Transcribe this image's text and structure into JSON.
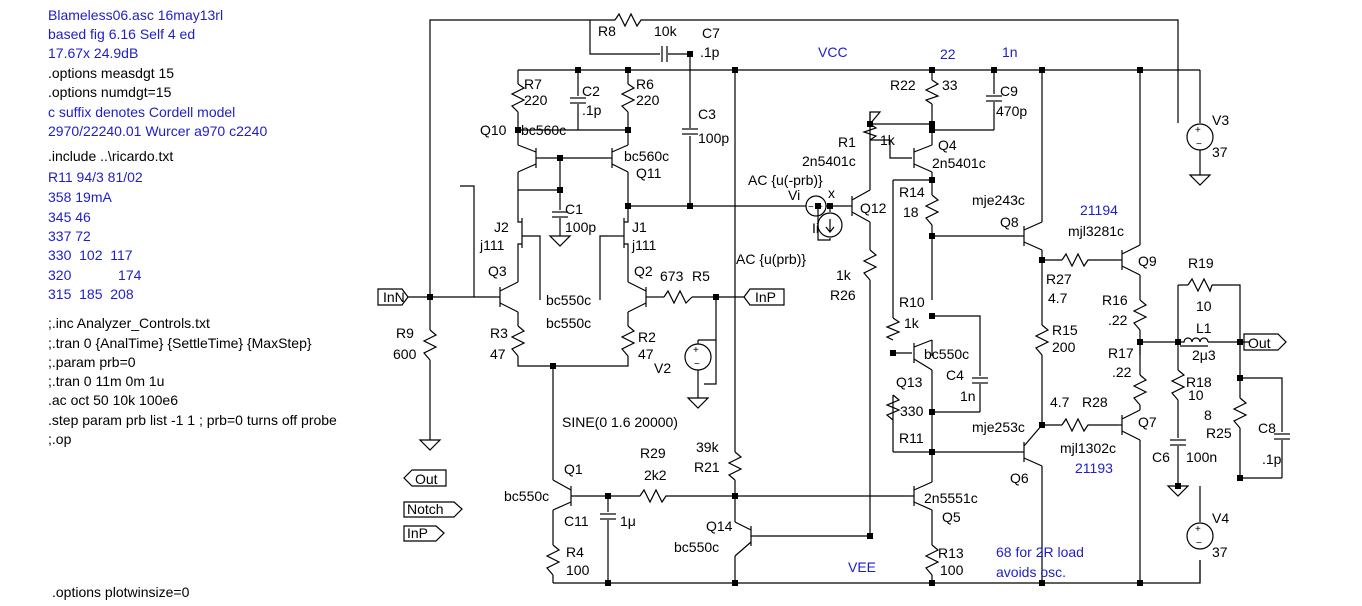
{
  "notes_blue": [
    "Blameless06.asc   16may13rl",
    "based fig 6.16 Self 4 ed",
    "17.67x 24.9dB"
  ],
  "notes_black_1": [
    ".options measdgt 15",
    ".options numdgt=15"
  ],
  "notes_blue_2": [
    "c suffix denotes Cordell model",
    "2970/22240.01 Wurcer a970 c2240"
  ],
  "include_line": ".include ..\\ricardo.txt",
  "r11_table": [
    "R11 94/3 81/02",
    "358  19mA",
    "345  46",
    "337  72",
    "330  102  117",
    "320            174",
    "315  185  208"
  ],
  "directives": [
    ";.inc Analyzer_Controls.txt",
    ";.tran 0 {AnalTime} {SettleTime} {MaxStep}",
    ";.param prb=0",
    ";.tran 0 11m 0m 1u",
    ".ac oct 50 10k 100e6",
    ".step param prb list -1 1 ; prb=0 turns off probe",
    ";.op"
  ],
  "plotwin": ".options plotwinsize=0",
  "ports": {
    "inn": "InN",
    "inp_right": "InP",
    "out_right": "Out",
    "out_left": "Out",
    "notch": "Notch",
    "inp_left": "InP"
  },
  "labels": {
    "vcc": "VCC",
    "vee": "VEE",
    "n22": "22",
    "n1n": "1n",
    "n21194": "21194",
    "n21193": "21193",
    "note68a": "68 for 2R load",
    "note68b": "avoids osc.",
    "sine": "SINE(0 1.6 20000)",
    "ac_neg": "AC {u(-prb)}",
    "ac_pos": "AC {u(prb)}",
    "vi": "Vi",
    "ii": "Ii",
    "x": "x"
  },
  "components": {
    "r8": "R8",
    "r8v": "10k",
    "c7": "C7",
    "c7v": ".1p",
    "r7": "R7",
    "r7v": "220",
    "c2": "C2",
    "c2v": ".1p",
    "r6": "R6",
    "r6v": "220",
    "c3": "C3",
    "c3v": "100p",
    "q10": "Q10",
    "q10m": "bc560c",
    "q11": "Q11",
    "q11m": "bc560c",
    "c1": "C1",
    "c1v": "100p",
    "j2": "J2",
    "j2m": "j111",
    "j1": "J1",
    "j1m": "j111",
    "q3": "Q3",
    "q3m": "bc550c",
    "q2": "Q2",
    "q2m": "bc550c",
    "r5": "R5",
    "r5v": "673",
    "r3": "R3",
    "r3v": "47",
    "r2": "R2",
    "r2v": "47",
    "r9": "R9",
    "r9v": "600",
    "v2": "V2",
    "r22": "R22",
    "r22v": "33",
    "c9": "C9",
    "c9v": "470p",
    "r1": "R1",
    "r1v": "1k",
    "q4": "Q4",
    "q4m": "2n5401c",
    "q12": "Q12",
    "q12m": "2n5401c",
    "r14": "R14",
    "r14v": "18",
    "r26": "R26",
    "r26v": "1k",
    "q8": "Q8",
    "q8m": "mje243c",
    "q9": "Q9",
    "q9m": "mjl3281c",
    "v3": "V3",
    "v3v": "37",
    "r27": "R27",
    "r27v": "4.7",
    "r16": "R16",
    "r16v": ".22",
    "r19": "R19",
    "r19v": "10",
    "l1": "L1",
    "l1v": "2μ3",
    "r10": "R10",
    "r10v": "1k",
    "q13": "Q13",
    "q13m": "bc550c",
    "c4": "C4",
    "c4v": "1n",
    "r15": "R15",
    "r15v": "200",
    "r17": "R17",
    "r17v": ".22",
    "r18": "R18",
    "r18v": "10",
    "r25": "R25",
    "r25v": "8",
    "c8": "C8",
    "c8v": ".1p",
    "r11": "R11",
    "r11v": "330",
    "r28": "R28",
    "r28v": "4.7",
    "q6": "Q6",
    "q6m": "mje253c",
    "q7": "Q7",
    "q7m": "mjl1302c",
    "c6": "C6",
    "c6v": "100n",
    "r29": "R29",
    "r29v": "2k2",
    "r21": "R21",
    "r21v": "39k",
    "q1": "Q1",
    "q1m": "bc550c",
    "c11": "C11",
    "c11v": "1μ",
    "r4": "R4",
    "r4v": "100",
    "q14": "Q14",
    "q14m": "bc550c",
    "q5": "Q5",
    "q5m": "2n5551c",
    "r13": "R13",
    "r13v": "100",
    "v4": "V4",
    "v4v": "37"
  }
}
